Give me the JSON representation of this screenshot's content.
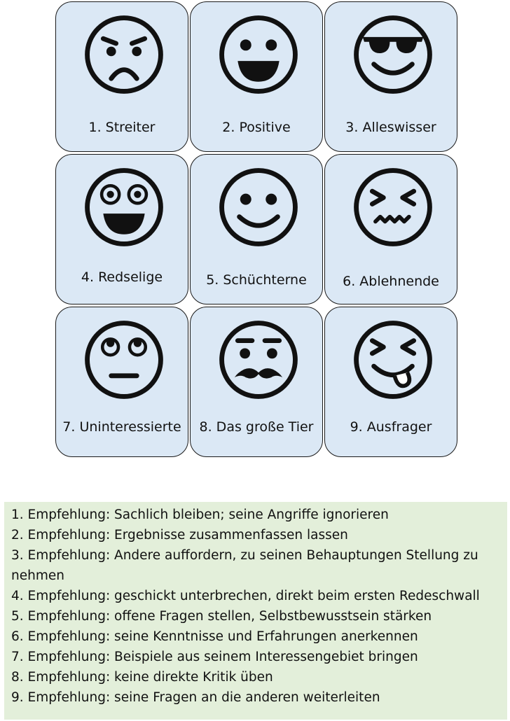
{
  "cards": [
    {
      "label": "1. Streiter",
      "icon": "angry-face-icon"
    },
    {
      "label": "2. Positive",
      "icon": "grinning-face-icon"
    },
    {
      "label": "3. Alleswisser",
      "icon": "sunglasses-face-icon"
    },
    {
      "label": "4. Redselige",
      "icon": "wide-eyed-laughing-face-icon"
    },
    {
      "label": "5. Schüchterne",
      "icon": "smiling-face-icon"
    },
    {
      "label": "6. Ablehnende",
      "icon": "squinting-grimace-face-icon"
    },
    {
      "label": "7. Uninteressierte",
      "icon": "eye-roll-face-icon"
    },
    {
      "label": "8. Das große Tier",
      "icon": "mustache-face-icon"
    },
    {
      "label": "9. Ausfrager",
      "icon": "tongue-out-face-icon"
    }
  ],
  "recommendations": [
    "1. Empfehlung: Sachlich bleiben; seine Angriffe ignorieren",
    "2. Empfehlung: Ergebnisse zusammenfassen lassen",
    "3. Empfehlung: Andere auffordern, zu seinen Behauptungen Stellung zu nehmen",
    "4. Empfehlung: geschickt unterbrechen, direkt beim ersten Redeschwall",
    "5. Empfehlung: offene Fragen stellen, Selbstbewusstsein stärken",
    "6. Empfehlung: seine Kenntnisse und Erfahrungen anerkennen",
    "7. Empfehlung: Beispiele aus seinem Interessengebiet bringen",
    "8. Empfehlung: keine direkte Kritik üben",
    "9. Empfehlung: seine Fragen an die anderen weiterleiten"
  ],
  "colors": {
    "card_fill": "#dbe8f5",
    "panel_fill": "#e3efda",
    "ink": "#111111"
  }
}
